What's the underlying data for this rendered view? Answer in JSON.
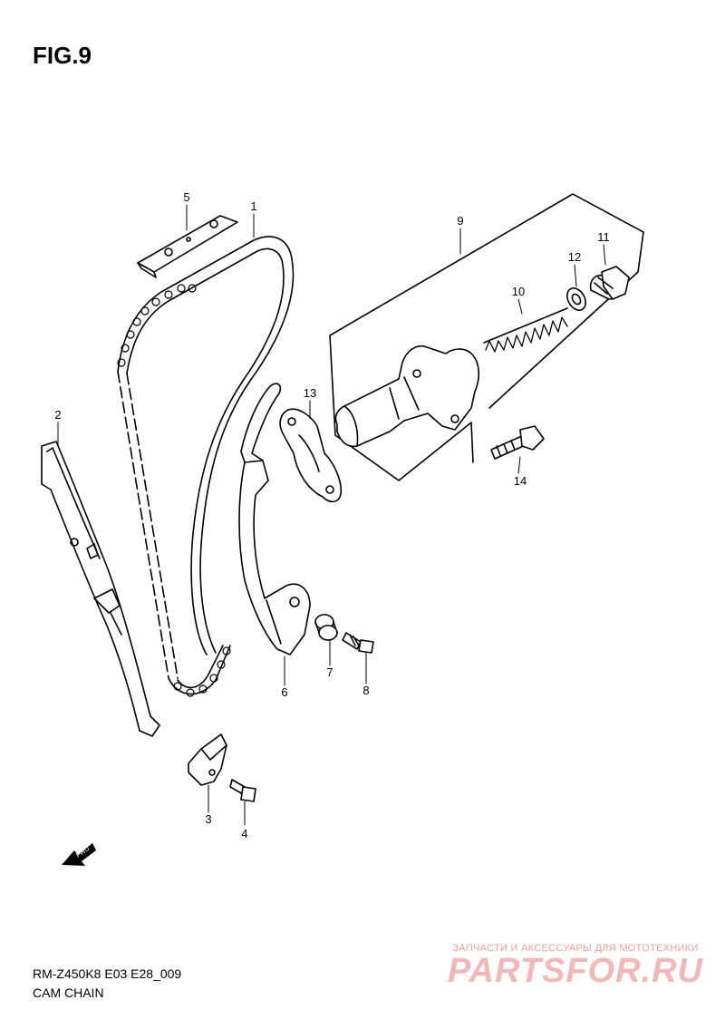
{
  "figure": {
    "title": "FIG.9"
  },
  "model_code": "RM-Z450K8 E03 E28_009",
  "caption": "CAM CHAIN",
  "fwd_label": "FWD",
  "callouts": [
    {
      "id": "1"
    },
    {
      "id": "2"
    },
    {
      "id": "3"
    },
    {
      "id": "4"
    },
    {
      "id": "5"
    },
    {
      "id": "6"
    },
    {
      "id": "7"
    },
    {
      "id": "8"
    },
    {
      "id": "9"
    },
    {
      "id": "10"
    },
    {
      "id": "11"
    },
    {
      "id": "12"
    },
    {
      "id": "13"
    },
    {
      "id": "14"
    }
  ],
  "watermark": {
    "tagline": "ЗАПЧАСТИ И АКСЕССУАРЫ ДЛЯ МОТОТЕХНИКИ",
    "brand": "PARTSFOR.RU"
  },
  "colors": {
    "line": "#000000",
    "watermark": "#f2b8b8"
  }
}
